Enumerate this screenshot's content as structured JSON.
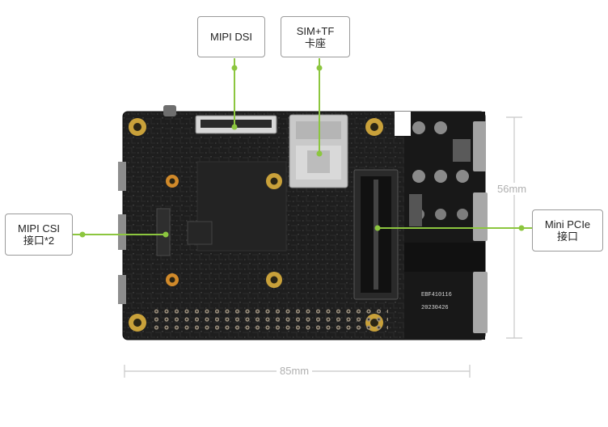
{
  "callouts": {
    "mipi_dsi": {
      "line1": "MIPI DSI"
    },
    "sim_tf": {
      "line1": "SIM+TF",
      "line2": "卡座"
    },
    "mipi_csi": {
      "line1": "MIPI CSI",
      "line2": "接口*2"
    },
    "mini_pcie": {
      "line1": "Mini PCIe",
      "line2": "接口"
    }
  },
  "board": {
    "silkscreen_1": "EBF410116",
    "silkscreen_2": "20230426"
  },
  "dimensions": {
    "width_label": "85mm",
    "height_label": "56mm"
  },
  "colors": {
    "leader": "#8cc63f",
    "pcb": "#1b1b1b",
    "dimension": "#c8c8c8",
    "box_border": "#9a9a9a"
  }
}
